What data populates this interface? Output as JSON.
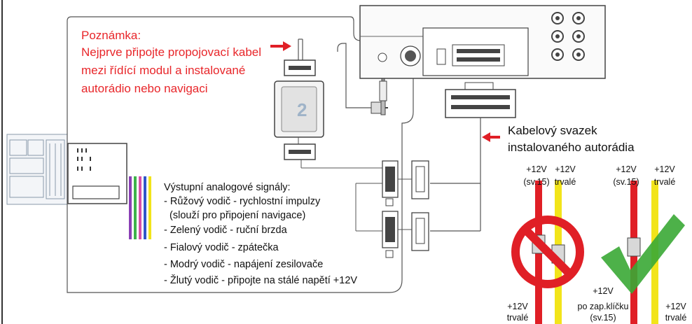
{
  "note": {
    "lines": [
      "Poznámka:",
      "Nejprve připojte propojovací kabel",
      "mezi řídící modul a instalované",
      "autorádio nebo navigaci"
    ],
    "color": "#e8262a"
  },
  "harness_label": [
    "Kabelový svazek",
    "instalovaného autorádia"
  ],
  "signals": {
    "heading": "Výstupní analogové signály:",
    "items": [
      "- Růžový vodič - rychlostní impulzy",
      "  (slouží pro připojení navigace)",
      "- Zelený vodič - ruční brzda",
      "- Fialový vodič - zpátečka",
      "- Modrý vodič - napájení zesilovače",
      "- Žlutý vodič - připojte na stálé napětí +12V"
    ]
  },
  "power_labels": {
    "top": [
      [
        "+12V",
        "(sv.15)"
      ],
      [
        "+12V",
        "trvalé"
      ],
      [
        "+12V",
        "(sv.15)"
      ],
      [
        "+12V",
        "trvalé"
      ]
    ],
    "bottom_left": [
      "+12V",
      "trvalé"
    ],
    "bottom_mid": [
      "+12V",
      "po zap.klíčku",
      "(sv.15)"
    ],
    "bottom_right": [
      "+12V",
      "trvalé"
    ]
  },
  "module_logo": "2",
  "colors": {
    "wire_red": "#e01f26",
    "wire_yellow": "#f2e41a",
    "wire_pink": "#d94fa8",
    "wire_green": "#3db34a",
    "wire_violet": "#8a3fb5",
    "wire_blue": "#2f55c8",
    "forbidden": "#e01f26",
    "check": "#3aa935",
    "outline": "#3a3a3a"
  }
}
